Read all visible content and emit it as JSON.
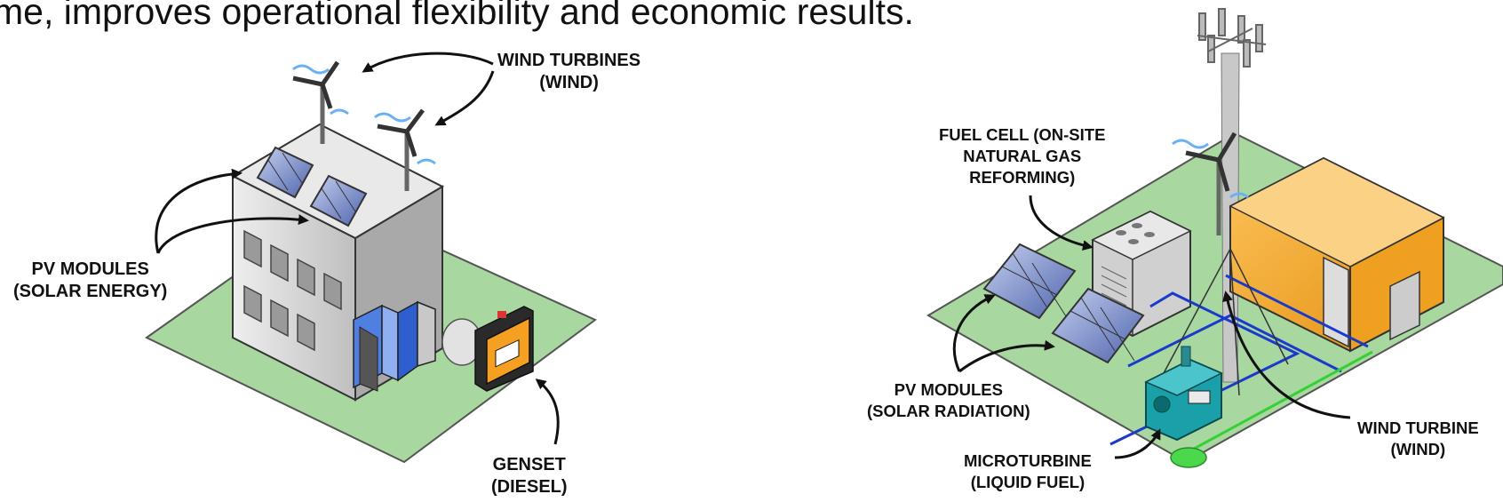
{
  "caption": "me, improves operational flexibility and economic results.",
  "left_scene": {
    "wind_turbines": {
      "line1": "WIND TURBINES",
      "line2": "(WIND)"
    },
    "pv_modules": {
      "line1": "PV MODULES",
      "line2": "(SOLAR ENERGY)"
    },
    "genset": {
      "line1": "GENSET",
      "line2": "(DIESEL)"
    }
  },
  "right_scene": {
    "fuel_cell": {
      "line1": "FUEL CELL (ON-SITE",
      "line2": "NATURAL GAS",
      "line3": "REFORMING)"
    },
    "pv_modules": {
      "line1": "PV MODULES",
      "line2": "(SOLAR RADIATION)"
    },
    "microturbine": {
      "line1": "MICROTURBINE",
      "line2": "(LIQUID FUEL)"
    },
    "wind_turbine": {
      "line1": "WIND TURBINE",
      "line2": "(WIND)"
    }
  },
  "colors": {
    "ground": "#a8d8a0",
    "building": "#d8d8d8",
    "container": "#f5a623",
    "microturbine": "#1aa0a8",
    "pv_panel": "#6f86c8",
    "cable_blue": "#1a3acc",
    "cable_green": "#35d035"
  }
}
